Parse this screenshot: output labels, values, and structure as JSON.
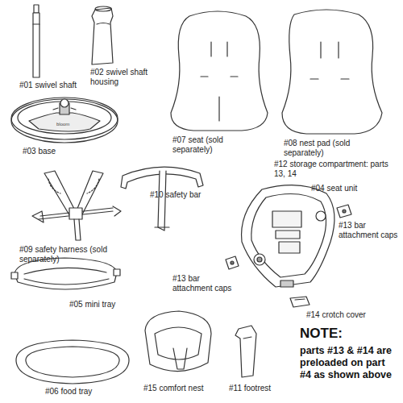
{
  "diagram": {
    "labels": [
      "#01 swivel shaft",
      "#02 swivel shaft housing",
      "#03 base",
      "bloom",
      "#07 seat (sold separately)",
      "#08 nest pad (sold separately)",
      "#12 storage compartment: parts 13, 14",
      "#04 seat unit",
      "#13 bar attachment caps",
      "#09 safety harness (sold separately)",
      "#10 safety bar",
      "#13 bar attachment caps",
      "#05 mini tray",
      "#14 crotch cover",
      "#06 food tray",
      "#15 comfort nest",
      "#11 footrest",
      "NOTE:",
      "parts #13 & #14 are preloaded on part #4 as shown above"
    ]
  }
}
